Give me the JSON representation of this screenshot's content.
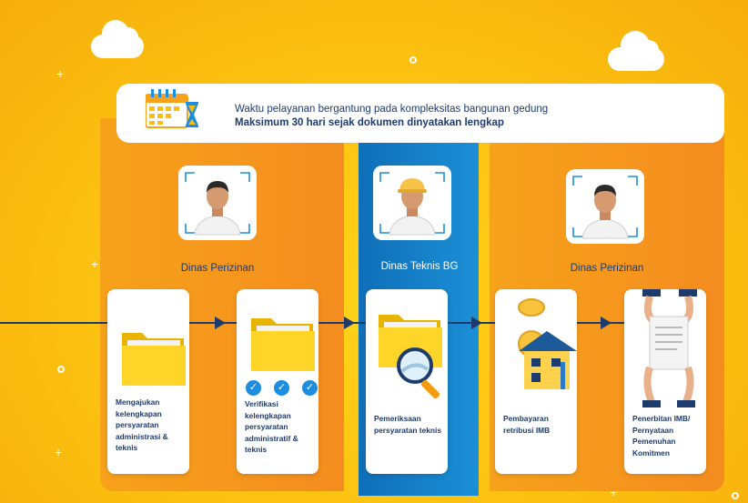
{
  "banner": {
    "line1": "Waktu pelayanan bergantung pada kompleksitas bangunan gedung",
    "line2": "Maksimum 30 hari sejak dokumen dinyatakan lengkap"
  },
  "roles": [
    {
      "label": "Dinas Perizinan"
    },
    {
      "label": "Dinas Teknis BG"
    },
    {
      "label": "Dinas Perizinan"
    }
  ],
  "steps": [
    {
      "text": "Mengajukan kelengkapan persyaratan administrasi & teknis"
    },
    {
      "text": "Verifikasi kelengkapan persyaratan administratif & teknis"
    },
    {
      "text": "Pemeriksaan persyaratan teknis"
    },
    {
      "text": "Pembayaran retribusi IMB"
    },
    {
      "text": "Penerbitan IMB/ Pernyataan Pemenuhan Komitmen"
    }
  ],
  "colors": {
    "navy": "#1d3b6d",
    "orange": "#f48c1f",
    "blue": "#1b8fd6",
    "yellow": "#fbbf10"
  }
}
